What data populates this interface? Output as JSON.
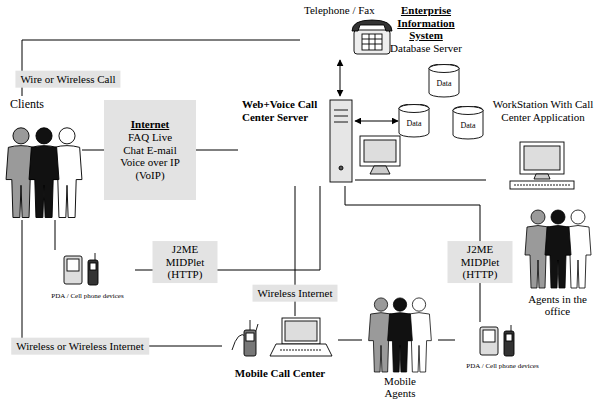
{
  "diagram": {
    "nodes": [
      {
        "text": [
          "Telephone / Fax"
        ]
      },
      {
        "text": [
          "Clients"
        ]
      },
      {
        "text": [
          "Internet",
          "FAQ Live Chat E-mail Voice over IP (VoIP)"
        ]
      },
      {
        "text": [
          "Web+Voice Call Center Server"
        ]
      },
      {
        "text": [
          "Enterprise Information System",
          "Database Server"
        ]
      },
      {
        "text": [
          "Data"
        ]
      },
      {
        "text": [
          "Data"
        ]
      },
      {
        "text": [
          "Data"
        ]
      },
      {
        "text": [
          "WorkStation With Call Center Application"
        ]
      },
      {
        "text": [
          "Agents in the office"
        ]
      },
      {
        "text": [
          "PDA / Cell phone devices"
        ]
      },
      {
        "text": [
          "Mobile Call Center"
        ]
      },
      {
        "text": [
          "Mobile Agents"
        ]
      },
      {
        "text": [
          "PDA / Cell phone devices"
        ]
      }
    ],
    "edges": [
      {
        "from": 1,
        "to": 0,
        "arrow": "none",
        "label": "Wire or Wireless Call"
      },
      {
        "from": 0,
        "to": 3,
        "arrow": "both"
      },
      {
        "from": 1,
        "to": 2,
        "arrow": "none"
      },
      {
        "from": 2,
        "to": 3,
        "arrow": "none"
      },
      {
        "from": 3,
        "to": 6,
        "arrow": "both"
      },
      {
        "from": 3,
        "to": 8,
        "arrow": "none"
      },
      {
        "from": 1,
        "to": 10,
        "arrow": "none"
      },
      {
        "from": 10,
        "to": 3,
        "arrow": "none",
        "label": "J2ME MIDPlet (HTTP)"
      },
      {
        "from": 3,
        "to": 13,
        "arrow": "none",
        "label": "J2ME MIDPlet (HTTP)"
      },
      {
        "from": 3,
        "to": 11,
        "arrow": "none",
        "label": "Wireless Internet"
      },
      {
        "from": 1,
        "to": 11,
        "arrow": "none",
        "label": "Wireless or Wireless Internet"
      },
      {
        "from": 11,
        "to": 12,
        "arrow": "none"
      },
      {
        "from": 12,
        "to": 13,
        "arrow": "none"
      }
    ]
  }
}
